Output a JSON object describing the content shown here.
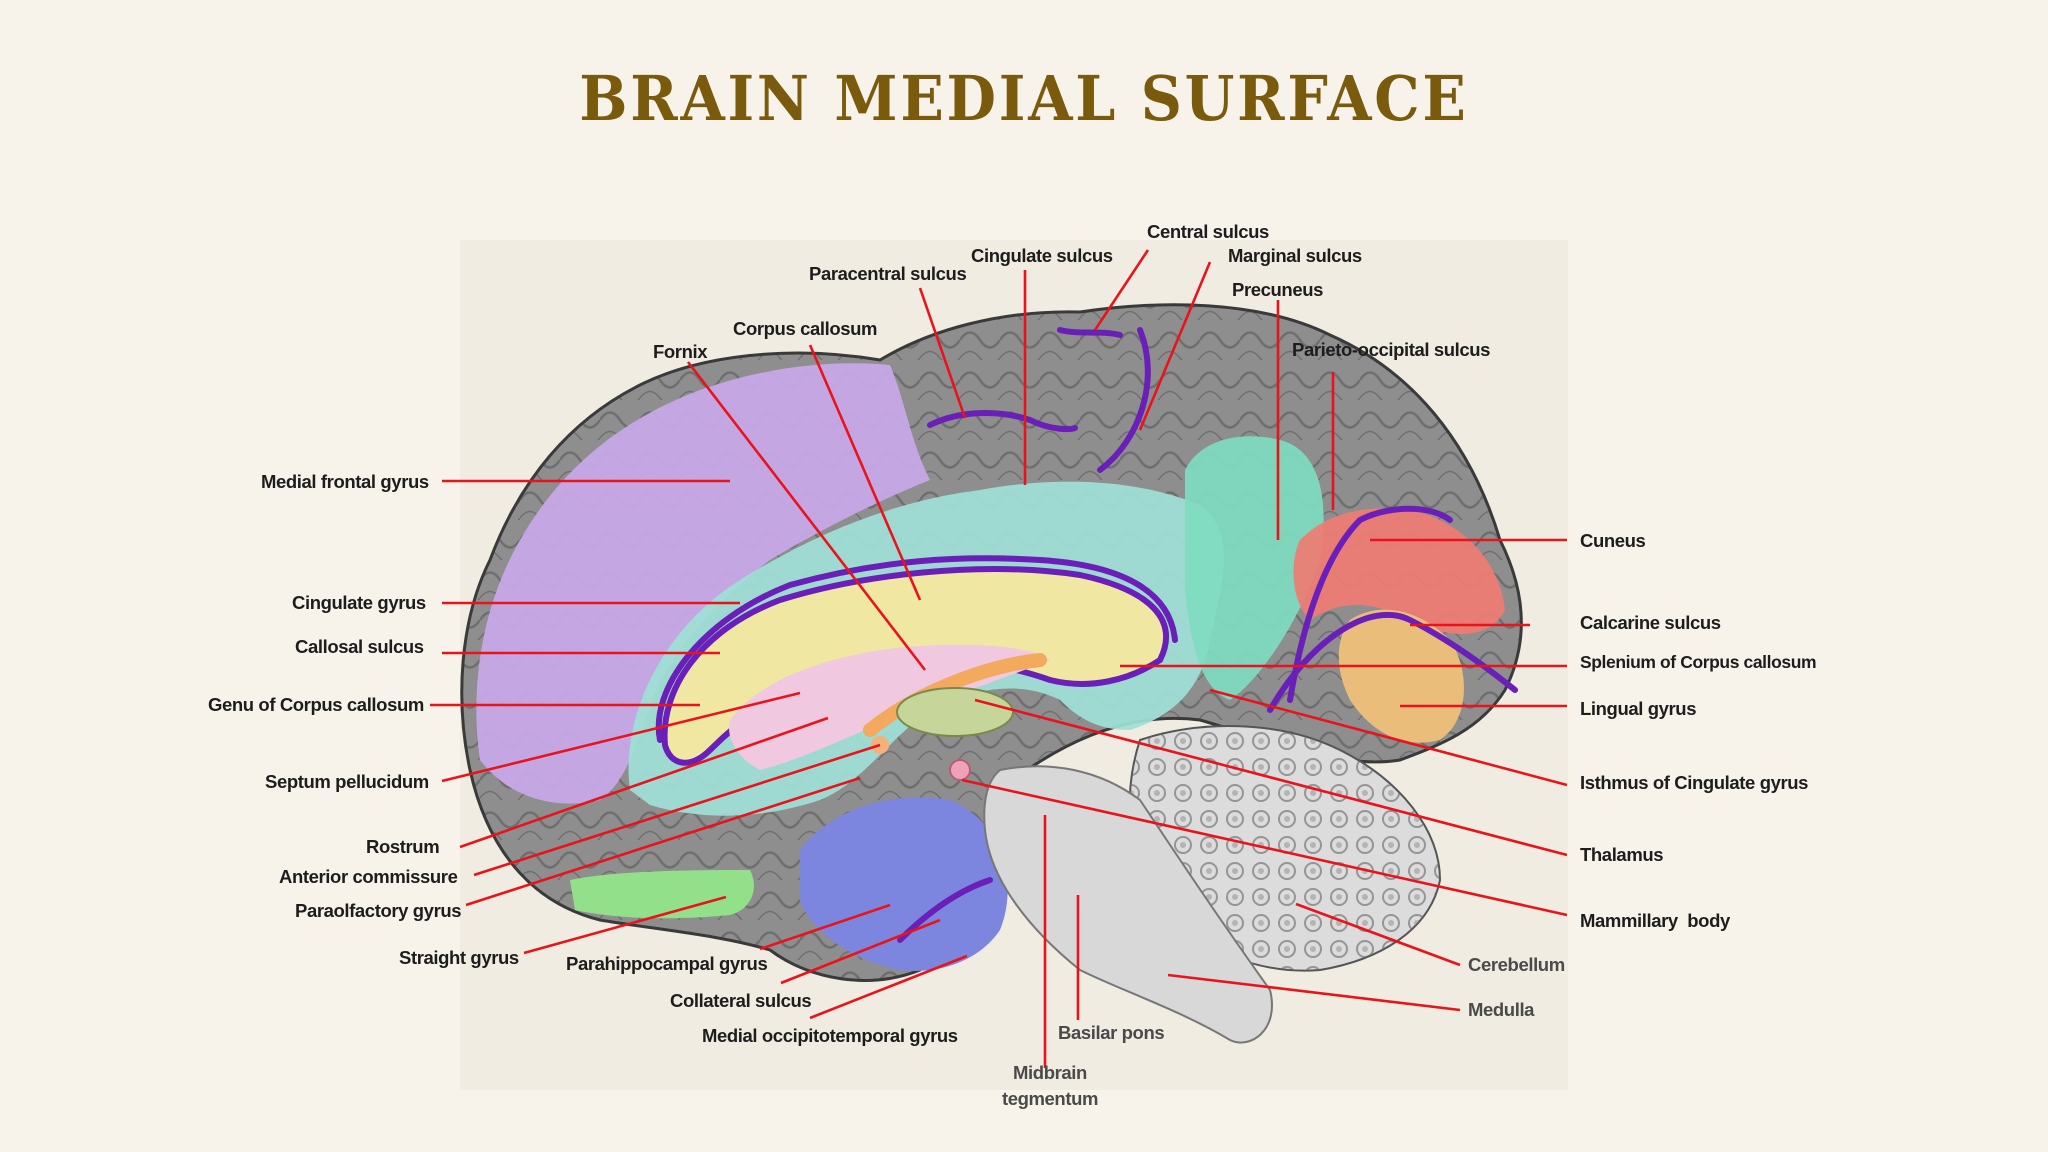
{
  "title": "BRAIN MEDIAL SURFACE",
  "labels": {
    "central_sulcus": "Central sulcus",
    "cingulate_sulcus": "Cingulate sulcus",
    "marginal_sulcus": "Marginal sulcus",
    "paracentral_sulcus": "Paracentral sulcus",
    "precuneus": "Precuneus",
    "corpus_callosum": "Corpus callosum",
    "fornix": "Fornix",
    "parieto_occipital_sulcus": "Parieto-occipital sulcus",
    "medial_frontal_gyrus": "Medial frontal gyrus",
    "cuneus": "Cuneus",
    "cingulate_gyrus": "Cingulate gyrus",
    "calcarine_sulcus": "Calcarine sulcus",
    "callosal_sulcus": "Callosal sulcus",
    "splenium": "Splenium of Corpus callosum",
    "genu": "Genu of Corpus callosum",
    "lingual_gyrus": "Lingual gyrus",
    "septum_pellucidum": "Septum pellucidum",
    "isthmus": "Isthmus of Cingulate gyrus",
    "rostrum": "Rostrum",
    "anterior_commissure": "Anterior commissure",
    "thalamus": "Thalamus",
    "paraolfactory_gyrus": "Paraolfactory gyrus",
    "mammillary_body": "Mammillary  body",
    "straight_gyrus": "Straight gyrus",
    "parahippocampal_gyrus": "Parahippocampal gyrus",
    "cerebellum": "Cerebellum",
    "collateral_sulcus": "Collateral sulcus",
    "medulla": "Medulla",
    "medial_occipitotemporal_gyrus": "Medial occipitotemporal gyrus",
    "basilar_pons": "Basilar pons",
    "midbrain_line1": "Midbrain",
    "midbrain_line2": "tegmentum"
  },
  "colors": {
    "background": "#f7f3ea",
    "title": "#7a5a0c",
    "leader_line": "#e8141c",
    "sulcus": "#6a1fb8",
    "medial_frontal_gyrus": "#c9a8ea",
    "cingulate_gyrus": "#9fe0d6",
    "corpus_callosum": "#efe7a2",
    "septum_pellucidum": "#f0c8df",
    "fornix": "#f3a95e",
    "thalamus": "#c6d69a",
    "precuneus": "#7fdcc0",
    "cuneus": "#ef7c72",
    "lingual_gyrus": "#efc07a",
    "straight_gyrus": "#93e08a",
    "parahippocampal_gyrus": "#7c86de",
    "brainstem": "#d8d8d8",
    "cortex_gray": "#8c8c8c"
  }
}
